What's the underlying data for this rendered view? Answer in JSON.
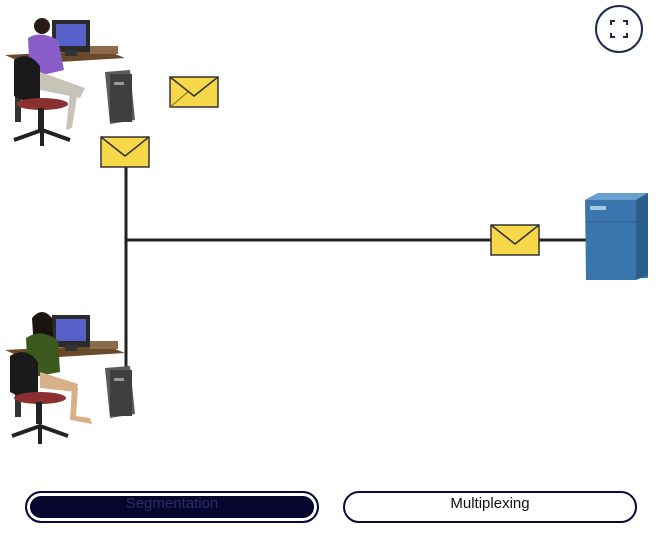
{
  "buttons": {
    "expand_icon": "expand-icon",
    "segmentation_label": "Segmentation",
    "multiplexing_label": "Multiplexing"
  },
  "devices": [
    {
      "name": "pc-user-top",
      "icon": "workstation-icon"
    },
    {
      "name": "pc-user-bottom",
      "icon": "workstation-icon"
    },
    {
      "name": "server",
      "icon": "server-icon"
    }
  ],
  "messages": [
    {
      "name": "envelope-1",
      "icon": "envelope-icon"
    },
    {
      "name": "envelope-2",
      "icon": "envelope-icon"
    },
    {
      "name": "envelope-3",
      "icon": "envelope-icon"
    }
  ],
  "colors": {
    "selected_button": "#05052e",
    "button_border": "#0a0a3c",
    "envelope": "#f6d84a",
    "server": "#3d7ab0",
    "link": "#222222"
  }
}
